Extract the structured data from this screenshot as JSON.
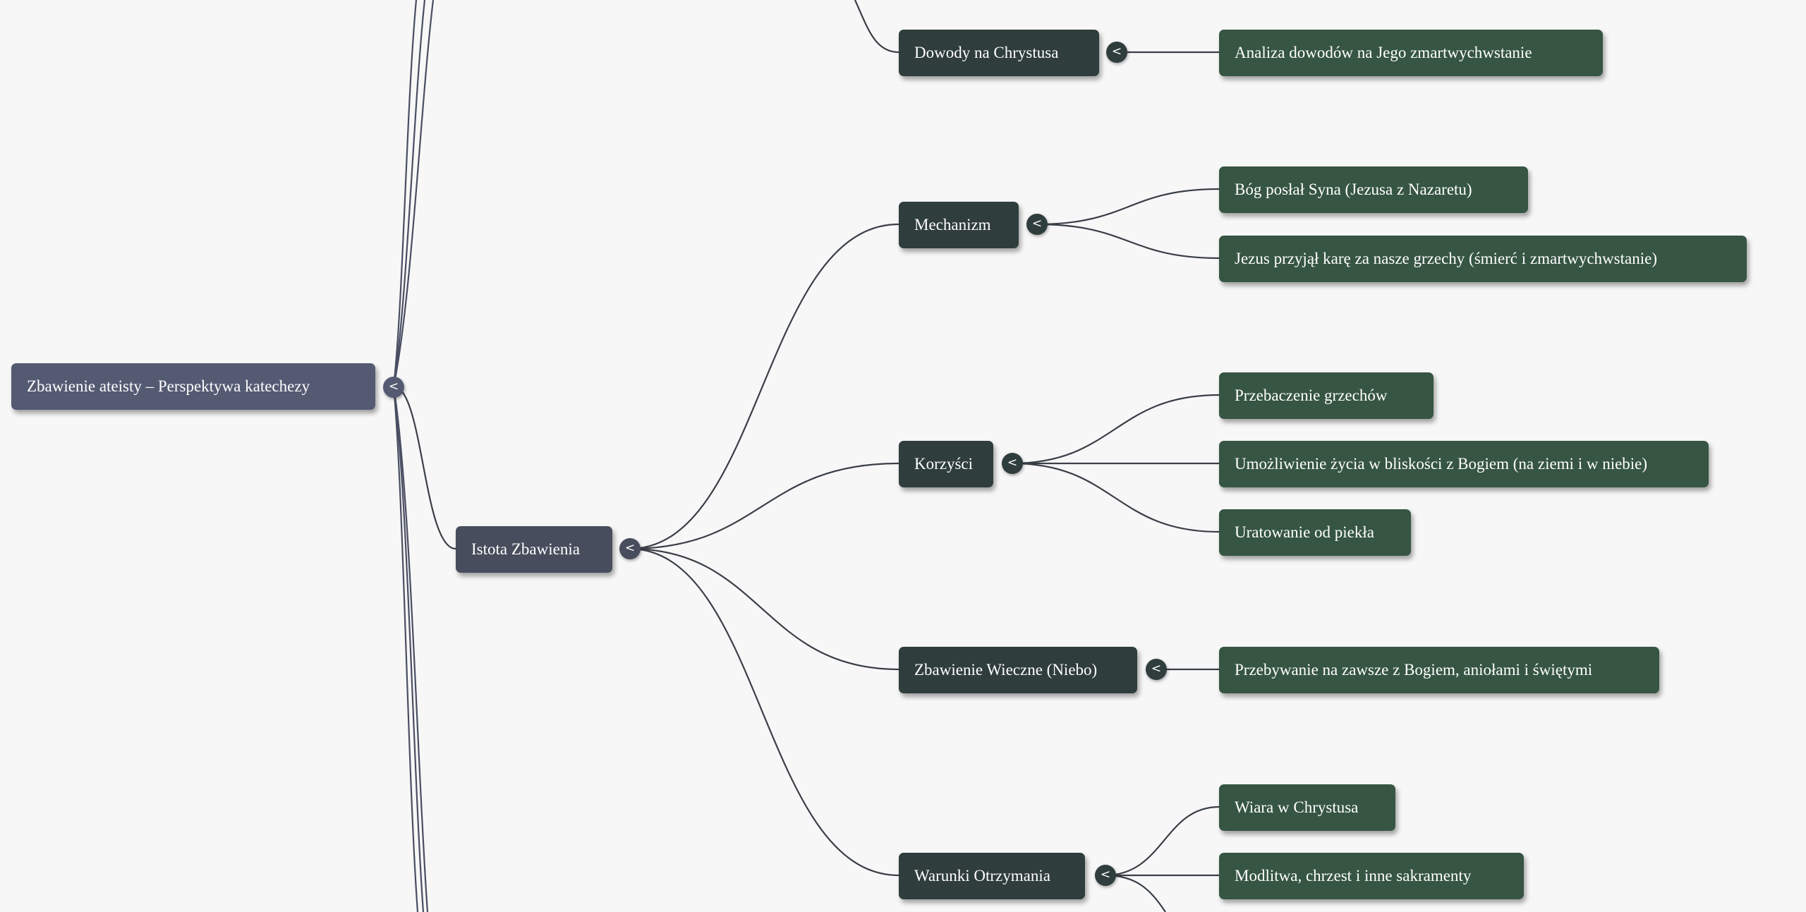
{
  "mindmap": {
    "root": {
      "label": "Zbawienie ateisty – Perspektywa katechezy",
      "toggle": "<"
    },
    "istota": {
      "label": "Istota Zbawienia",
      "toggle": "<"
    },
    "dowody": {
      "label": "Dowody na Chrystusa",
      "toggle": "<",
      "children": [
        "Analiza dowodów na Jego zmartwychwstanie"
      ]
    },
    "mechanizm": {
      "label": "Mechanizm",
      "toggle": "<",
      "children": [
        "Bóg posłał Syna (Jezusa z Nazaretu)",
        "Jezus przyjął karę za nasze grzechy (śmierć i zmartwychwstanie)"
      ]
    },
    "korzysci": {
      "label": "Korzyści",
      "toggle": "<",
      "children": [
        "Przebaczenie grzechów",
        "Umożliwienie życia w bliskości z Bogiem (na ziemi i w niebie)",
        "Uratowanie od piekła"
      ]
    },
    "wieczne": {
      "label": "Zbawienie Wieczne (Niebo)",
      "toggle": "<",
      "children": [
        "Przebywanie na zawsze z Bogiem, aniołami i świętymi"
      ]
    },
    "warunki": {
      "label": "Warunki Otrzymania",
      "toggle": "<",
      "children": [
        "Wiara w Chrystusa",
        "Modlitwa, chrzest i inne sakramenty"
      ]
    }
  },
  "colors": {
    "background": "#f7f7f7",
    "root": "#555a73",
    "level1": "#484d5d",
    "level2": "#2f3d3c",
    "level3": "#365543",
    "edge": "#3a3f47",
    "root_edge": "#4a4e63"
  }
}
